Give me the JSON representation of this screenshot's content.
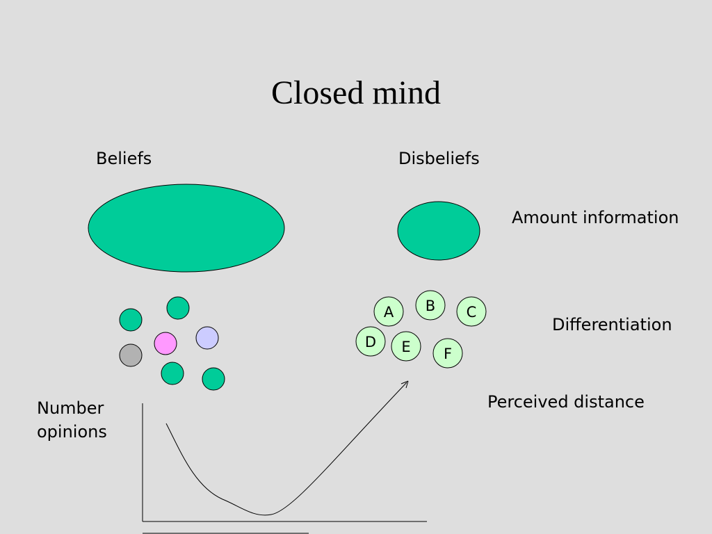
{
  "title": "Closed mind",
  "labels": {
    "beliefs": "Beliefs",
    "disbeliefs": "Disbeliefs",
    "amount_information": "Amount information",
    "differentiation": "Differentiation",
    "perceived_distance": "Perceived distance",
    "number_opinions_line1": "Number",
    "number_opinions_line2": "opinions"
  },
  "disbelief_items": [
    "A",
    "B",
    "C",
    "D",
    "E",
    "F"
  ],
  "colors": {
    "background": "#dedede",
    "teal": "#00cc99",
    "pink": "#ff99ff",
    "lavender": "#ccccff",
    "gray": "#b2b2b2",
    "light_green": "#ccffcc"
  }
}
